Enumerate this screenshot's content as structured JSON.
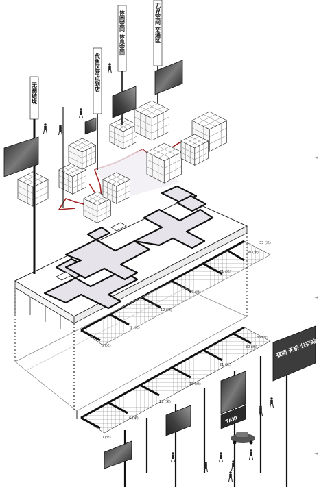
{
  "colors": {
    "ink": "#111111",
    "line": "#222222",
    "light_line": "#777777",
    "corridor_fill": "#e6e4ea",
    "red_link": "#a32020",
    "photo_dark": "#3c3c3c",
    "background": "#ffffff"
  },
  "pole_labels": [
    {
      "id": "pole-1",
      "text": "无圈结境"
    },
    {
      "id": "pole-2",
      "text": "代售区赏点到店"
    },
    {
      "id": "pole-3",
      "text": "休闲空间 休息空间"
    },
    {
      "id": "pole-4",
      "text": "无界空间 交通区"
    }
  ],
  "lower_sign_text": "夜间 天桥 公交站",
  "taxi_text": "TAXI",
  "upper_deck_marks": [
    "0 (米)",
    "9 (米)",
    "12 (米)",
    "19 (米)",
    "21 (米)",
    "30 (米)",
    "33 (米)"
  ],
  "lower_deck_marks": [
    "0 (米)",
    "6 (米)",
    "12 (米)",
    "15 (米)",
    "21 (米)",
    "30 (米)",
    "33 (米)"
  ],
  "side_markers": [
    "◄",
    "◄",
    "◄"
  ],
  "icons": [
    "grid-cube-icon",
    "pedestrian-icon",
    "taxi-icon",
    "car-icon",
    "photo-thumbnail-icon"
  ]
}
